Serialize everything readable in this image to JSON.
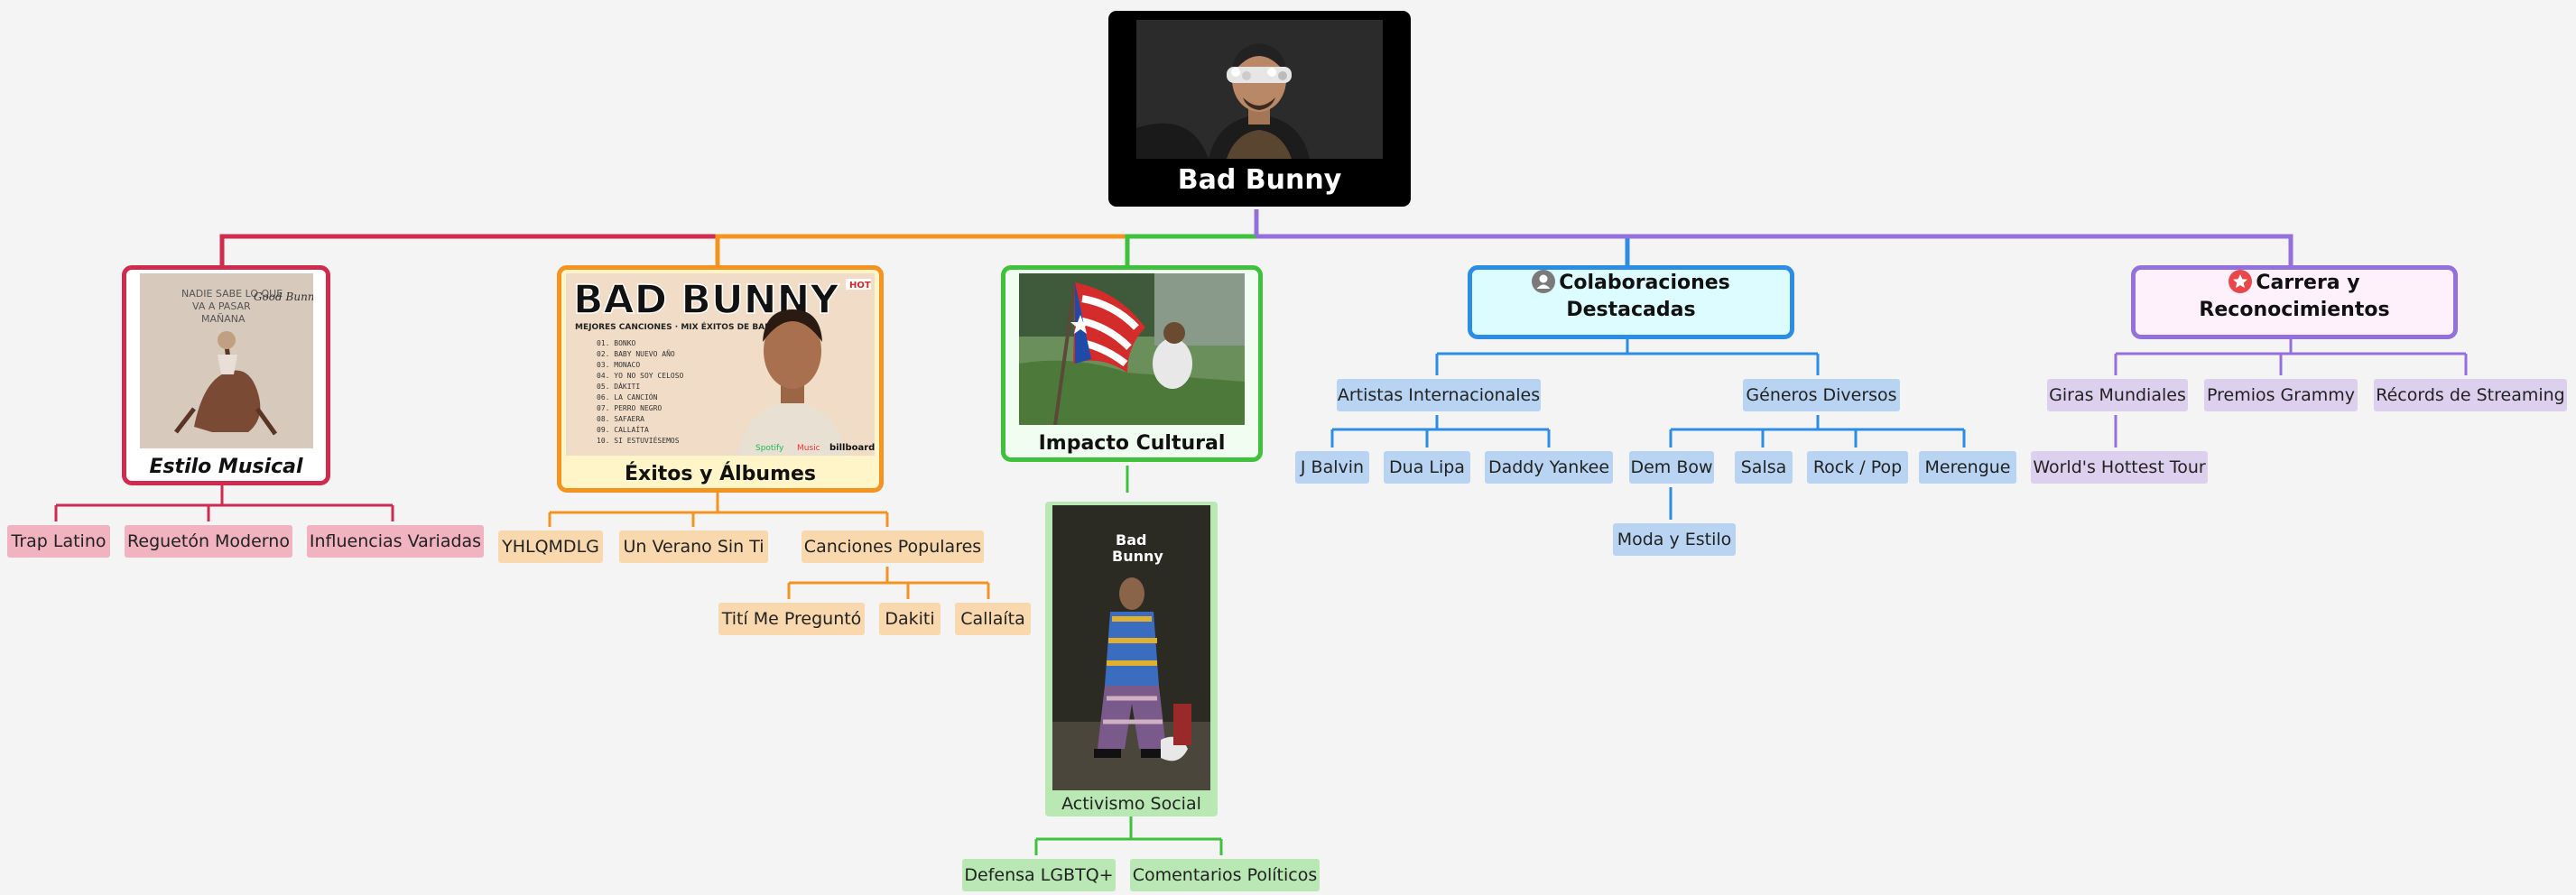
{
  "root": {
    "label": "Bad Bunny"
  },
  "branches": {
    "estilo": {
      "label": "Estilo Musical",
      "image_text": {
        "line1": "NADIE SABE LO QUE",
        "line2": "VA A PASAR",
        "line3": "MAÑANA",
        "signature": "Good Bunny"
      },
      "children": [
        "Trap Latino",
        "Reguetón Moderno",
        "Influencias Variadas"
      ]
    },
    "exitos": {
      "label": "Éxitos y Álbumes",
      "image_text": {
        "title": "BAD BUNNY",
        "subtitle": "MEJORES CANCIONES · MIX ÉXITOS DE BAD BUNNY",
        "badge": "HOT",
        "tracks": [
          "01. BONKO",
          "02. BABY NUEVO AÑO",
          "03. MONACO",
          "04. YO NO SOY CELOSO",
          "05. DÁKITI",
          "06. LA CANCIÓN",
          "07. PERRO NEGRO",
          "08. SAFAERA",
          "09. CALLAÍTA",
          "10. SI ESTUVIÉSEMOS"
        ],
        "logos": [
          "Spotify",
          "Music",
          "billboard"
        ]
      },
      "children": [
        "YHLQMDLG",
        "Un Verano Sin Ti",
        "Canciones Populares"
      ],
      "grandchildren": [
        "Tití Me Preguntó",
        "Dakiti",
        "Callaíta"
      ]
    },
    "impacto": {
      "label": "Impacto Cultural",
      "child": "Activismo Social",
      "child_image_text": {
        "line1": "Bad",
        "line2": "Bunny"
      },
      "grandchildren": [
        "Defensa LGBTQ+",
        "Comentarios Políticos"
      ]
    },
    "colab": {
      "label_line1": "Colaboraciones",
      "label_line2": "Destacadas",
      "icon": "user-icon",
      "children": [
        "Artistas Internacionales",
        "Géneros Diversos"
      ],
      "artistas": [
        "J Balvin",
        "Dua Lipa",
        "Daddy Yankee"
      ],
      "generos": [
        "Dem Bow",
        "Salsa",
        "Rock / Pop",
        "Merengue"
      ],
      "dembow_child": "Moda y Estilo"
    },
    "carrera": {
      "label_line1": "Carrera y",
      "label_line2": "Reconocimientos",
      "icon": "star-icon",
      "children": [
        "Giras Mundiales",
        "Premios Grammy",
        "Récords de Streaming"
      ],
      "giras_child": "World's Hottest Tour"
    }
  },
  "colors": {
    "background": "#f4f4f4",
    "red": "#d02a4f",
    "orange": "#f59321",
    "green": "#3fc13b",
    "blue": "#2b8de3",
    "purple": "#9370db"
  }
}
